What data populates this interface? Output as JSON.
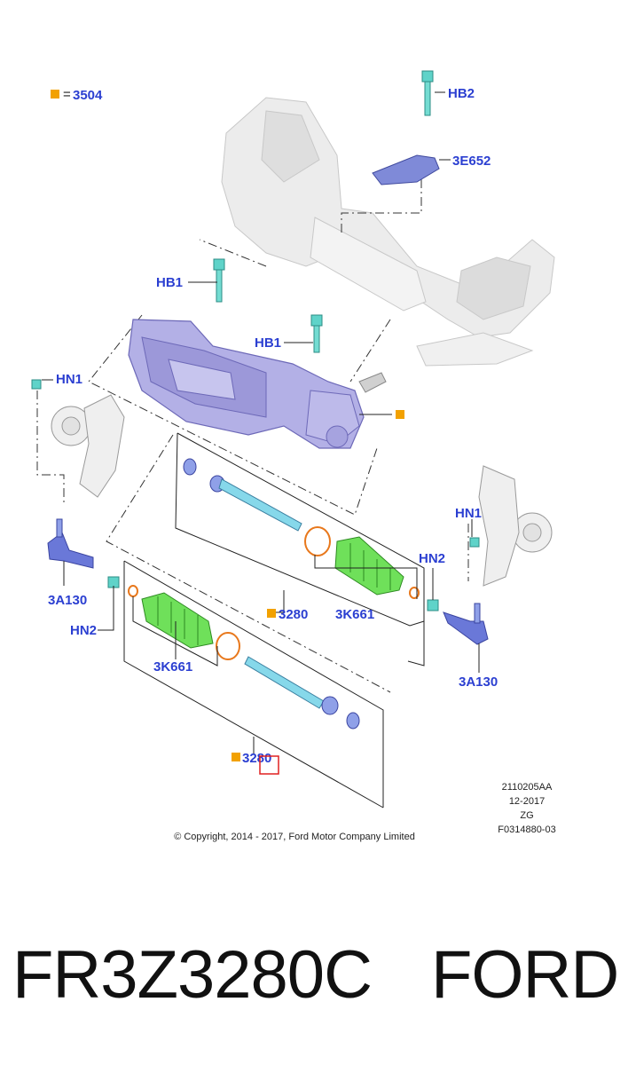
{
  "legend": {
    "symbol": "■",
    "eq": "=",
    "code": "3504",
    "marker_color": "#f2a100"
  },
  "labels": {
    "hb2": "HB2",
    "e3652": "3E652",
    "hb1_a": "HB1",
    "hb1_b": "HB1",
    "hn1_left": "HN1",
    "hn1_right": "HN1",
    "hn2_right": "HN2",
    "hn2_left": "HN2",
    "a3130_left": "3A130",
    "a3130_right": "3A130",
    "r3280_top": "3280",
    "k3661_top": "3K661",
    "k3661_bottom": "3K661",
    "r3280_bottom": "3280"
  },
  "meta": {
    "line1": "2110205AA",
    "line2": "12-2017",
    "line3": "ZG",
    "line4": "F0314880-03",
    "copyright": "© Copyright, 2014 - 2017, Ford Motor Company Limited"
  },
  "part_number": "FR3Z3280C",
  "brand": "FORD",
  "colors": {
    "label_blue": "#2b3fd1",
    "rack_purple": "#a9a6e0",
    "boot_green": "#6fe05a",
    "bolt_teal": "#5fd3c9",
    "frame_grey": "#e6e6e6",
    "ring_orange": "#e8781c",
    "highlight_red": "#e02020"
  }
}
